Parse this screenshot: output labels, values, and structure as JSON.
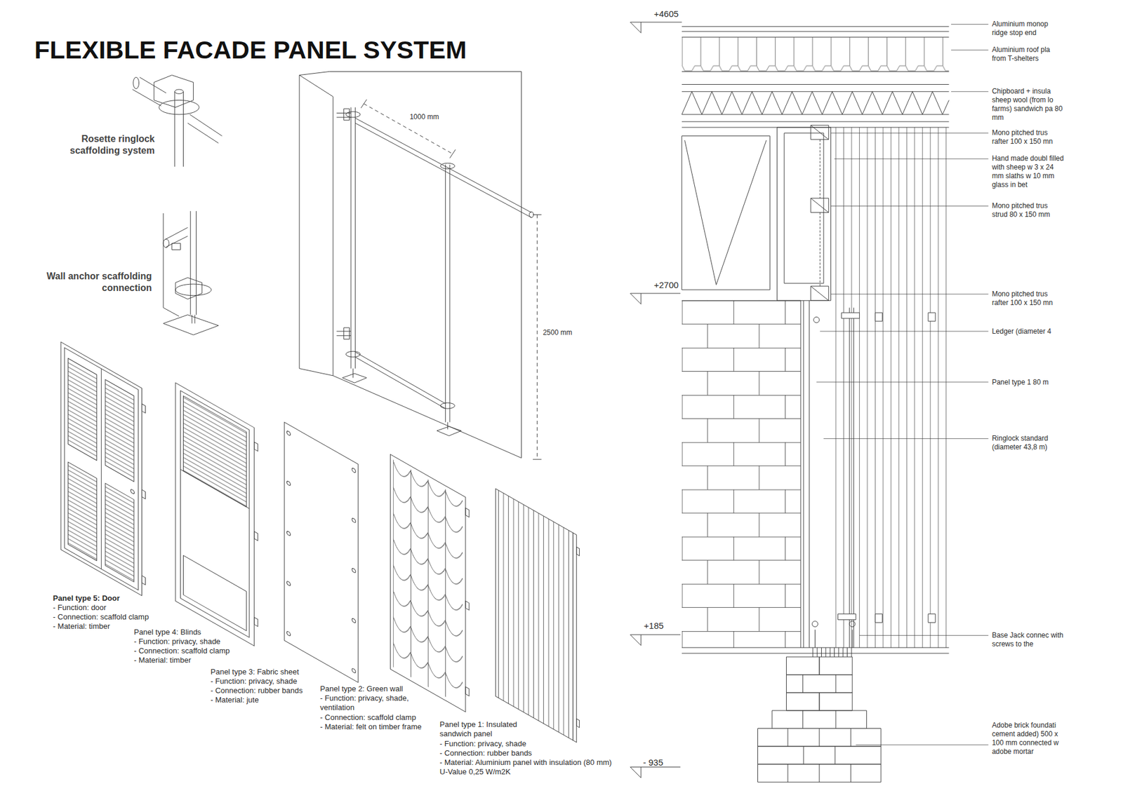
{
  "diagram": {
    "title": "FLEXIBLE FACADE PANEL SYSTEM",
    "labels": [
      "Rosette ringlock scaffolding system",
      "Wall anchor scaffolding connection",
      "1000 mm",
      "2500 mm",
      "Panel type 5: Door",
      "- Function: door",
      "- Connection: scaffold clamp",
      "- Material: timber",
      "Panel type 4: Blinds",
      "- Function: privacy, shade",
      "- Connection: scaffold clamp",
      "- Material: timber",
      "Panel type 3: Fabric sheet",
      "- Function: privacy, shade",
      "- Connection: rubber bands",
      "- Material: jute",
      "Panel type 2: Green wall",
      "- Function: privacy, shade, ventilation",
      "- Connection: scaffold clamp",
      "- Material: felt on timber frame",
      "Panel type 1: Insulated sandwich panel",
      "- Function: privacy, shade",
      "- Connection: rubber bands",
      "- Material: Aluminium panel with insulation (80 mm) U-Value 0,25 W/m2K",
      "+4605",
      "+2700",
      "+185",
      "- 935",
      "Aluminium monop ridge stop end",
      "Aluminium roof pla from T-shelters",
      "Chipboard + insula sheep wool (from lo farms) sandwich pa 80 mm",
      "Mono pitched trus rafter 100 x 150 mn",
      "Hand made doubl filled with sheep w 3 x 24 mm slaths w 10 mm glass in bet",
      "Mono pitched trus strud 80 x 150 mm",
      "Mono pitched trus rafter 100 x 150 mn",
      "Ledger (diameter 4",
      "Panel type 1 80 m",
      "Ringlock standard (diameter 43,8 m)",
      "Base Jack connec with screws to the",
      "Adobe brick foundati cement added) 500 x 100 mm connected w adobe mortar"
    ]
  }
}
